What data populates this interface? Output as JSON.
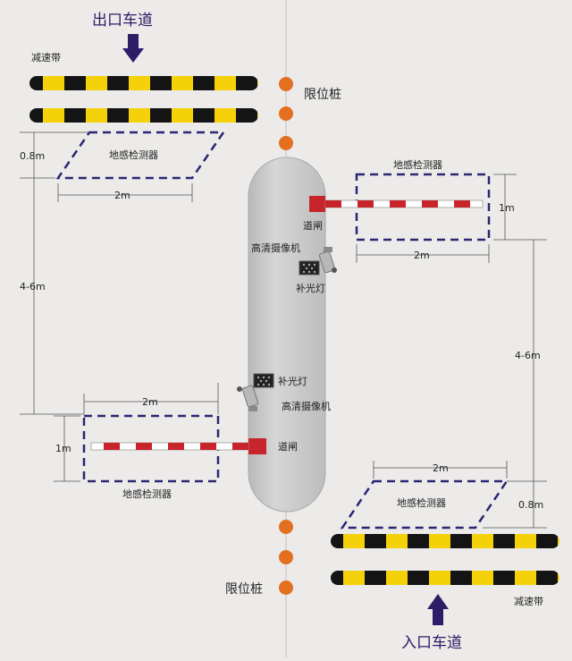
{
  "exit_lane": "出口车道",
  "entry_lane": "入口车道",
  "speed_bump_top": "减速带",
  "speed_bump_bottom": "减速带",
  "limit_post_top": "限位桩",
  "limit_post_bottom": "限位桩",
  "loop_detector_top_left": "地感检测器",
  "loop_detector_top_right": "地感检测器",
  "loop_detector_bottom_left": "地感检测器",
  "loop_detector_bottom_right": "地感检测器",
  "barrier_top": "道闸",
  "barrier_bottom": "道闸",
  "camera_top": "高清摄像机",
  "camera_bottom": "高清摄像机",
  "fill_light_top": "补光灯",
  "fill_light_bottom": "补光灯",
  "dim_08m_top": "0.8m",
  "dim_2m_top_left": "2m",
  "dim_4_6m_left": "4-6m",
  "dim_1m_top_right": "1m",
  "dim_2m_top_right": "2m",
  "dim_4_6m_right": "4-6m",
  "dim_2m_bottom_left": "2m",
  "dim_1m_bottom_left": "1m",
  "dim_2m_bottom_right": "2m",
  "dim_08m_bottom": "0.8m",
  "colors": {
    "lane_title": "#2b1d66",
    "bump_yellow": "#f5d10a",
    "bump_black": "#141414",
    "post_orange": "#e37020",
    "island_gray": "#c9c9c9",
    "barrier_red": "#c8242b",
    "detector_dash": "#2b2673"
  }
}
